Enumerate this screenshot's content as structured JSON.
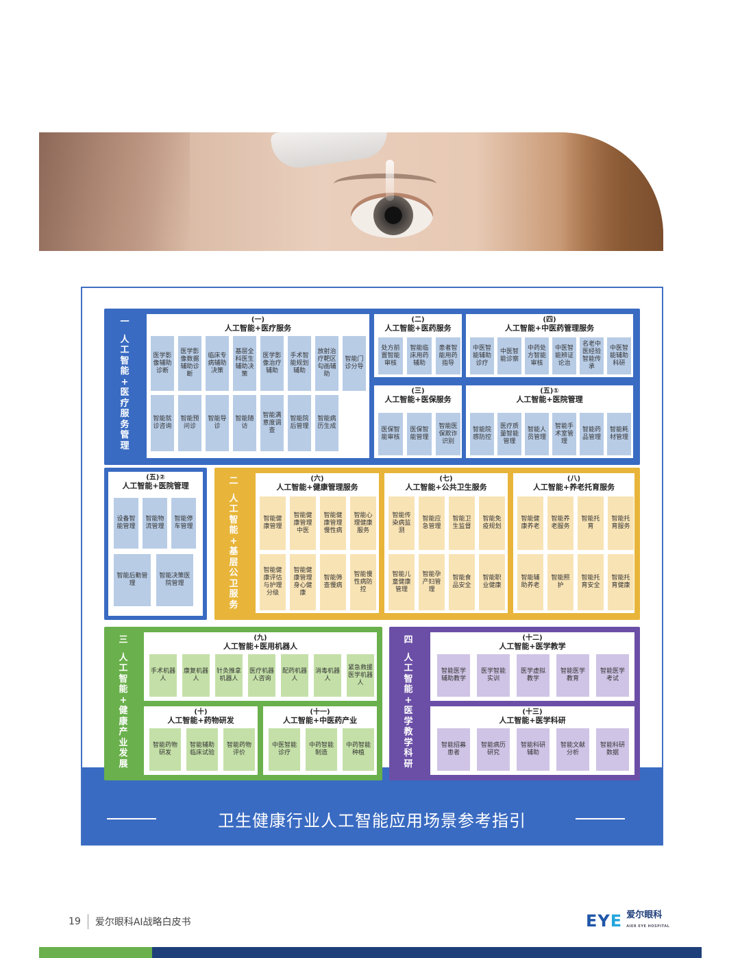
{
  "hero": {
    "alt": "eye drop photo"
  },
  "chart": {
    "title": "卫生健康行业人工智能应用场景参考指引",
    "s1": {
      "tab": [
        "一",
        "人",
        "工",
        "智",
        "能",
        "+",
        "医",
        "疗",
        "服",
        "务",
        "管",
        "理"
      ],
      "c1": {
        "num": "(一)",
        "title": "人工智能+医疗服务",
        "tiles": [
          "医学影像辅助诊断",
          "医学影像数据辅助诊断",
          "临床专病辅助决策",
          "基层全科医生辅助决策",
          "医学影像治疗辅助",
          "手术智能规划辅助",
          "放射治疗靶区勾画辅助",
          "智能门诊分导",
          "智能就诊咨询",
          "智能预问诊",
          "智能导诊",
          "智能随访",
          "智能满意度调查",
          "智能院后管理",
          "智能病历生成"
        ]
      },
      "c2": {
        "num": "(二)",
        "title": "人工智能+医药服务",
        "tiles": [
          "处方前置智能审核",
          "智能临床用药辅助",
          "患者智能用药指导"
        ]
      },
      "c3": {
        "num": "(三)",
        "title": "人工智能+医保服务",
        "tiles": [
          "医保智能审核",
          "医保智能管理",
          "智能医保欺诈识别"
        ]
      },
      "c4": {
        "num": "(四)",
        "title": "人工智能+中医药管理服务",
        "tiles": [
          "中医智能辅助诊疗",
          "中医智能诊察",
          "中药处方智能审核",
          "中医智能辨证论治",
          "名老中医经验智能传承",
          "中医智能辅助科研"
        ]
      },
      "c5": {
        "num": "(五)①",
        "title": "人工智能+医院管理",
        "tiles": [
          "智能院感防控",
          "医疗质量智能管理",
          "智能人员管理",
          "智能手术室管理",
          "智能药品管理",
          "智能耗材管理"
        ]
      }
    },
    "s5b": {
      "num": "(五)②",
      "title": "人工智能+医院管理",
      "tiles": [
        "设备智能管理",
        "智能物流管理",
        "智能停车管理",
        "智能后勤管理",
        "智能决策医院管理"
      ]
    },
    "s2": {
      "tab": [
        "二",
        "人",
        "工",
        "智",
        "能",
        "+",
        "基",
        "层",
        "公",
        "卫",
        "服",
        "务"
      ],
      "c6": {
        "num": "(六)",
        "title": "人工智能+健康管理服务",
        "tiles": [
          "智能健康管理",
          "智能健康管理中医",
          "智能健康管理慢性病",
          "智能心理健康服务",
          "智能健康评估与护理分级",
          "智能健康管理身心健康",
          "智能筛查慢病",
          "智能慢性病防控"
        ]
      },
      "c7": {
        "num": "(七)",
        "title": "人工智能+公共卫生服务",
        "tiles": [
          "智能传染病监测",
          "智能应急管理",
          "智能卫生监督",
          "智能免疫规划",
          "智能儿童健康管理",
          "智能孕产妇管理",
          "智能食品安全",
          "智能职业健康"
        ]
      },
      "c8": {
        "num": "(八)",
        "title": "人工智能+养老托育服务",
        "tiles": [
          "智能健康养老",
          "智能养老服务",
          "智能托育",
          "智能托育服务",
          "智能辅助养老",
          "智能照护",
          "智能托育安全",
          "智能托育健康"
        ]
      }
    },
    "s3": {
      "tab": [
        "三",
        "人",
        "工",
        "智",
        "能",
        "+",
        "健",
        "康",
        "产",
        "业",
        "发",
        "展"
      ],
      "c9": {
        "num": "(九)",
        "title": "人工智能+医用机器人",
        "tiles": [
          "手术机器人",
          "康复机器人",
          "针灸推拿机器人",
          "医疗机器人咨询",
          "配药机器人",
          "消毒机器人",
          "紧急救援医学机器人"
        ]
      },
      "c10": {
        "num": "(十)",
        "title": "人工智能+药物研发",
        "tiles": [
          "智能药物研发",
          "智能辅助临床试验",
          "智能药物评价"
        ]
      },
      "c11": {
        "num": "(十一)",
        "title": "人工智能+中医药产业",
        "tiles": [
          "中医智能诊疗",
          "中药智能制造",
          "中药智能种植"
        ]
      }
    },
    "s4": {
      "tab": [
        "四",
        "人",
        "工",
        "智",
        "能",
        "+",
        "医",
        "学",
        "教",
        "学",
        "科",
        "研"
      ],
      "c12": {
        "num": "(十二)",
        "title": "人工智能+医学教学",
        "tiles": [
          "智能医学辅助教学",
          "医学智能实训",
          "医学虚拟教学",
          "智能医学教育",
          "智能医学考试"
        ]
      },
      "c13": {
        "num": "(十三)",
        "title": "人工智能+医学科研",
        "tiles": [
          "智能招募患者",
          "智能病历研究",
          "智能科研辅助",
          "智能文献分析",
          "智能科研数据"
        ]
      }
    }
  },
  "footer": {
    "page": "19",
    "doc": "爱尔眼科AI战略白皮书"
  },
  "logo": {
    "mark1": "EY",
    "mark2": "E",
    "name": "爱尔眼科",
    "en": "AIER EYE HOSPITAL"
  },
  "colors": {
    "blue": "#3a6bc2",
    "yellow": "#e8b53a",
    "green": "#6ab04c",
    "purple": "#6b4fa6"
  }
}
